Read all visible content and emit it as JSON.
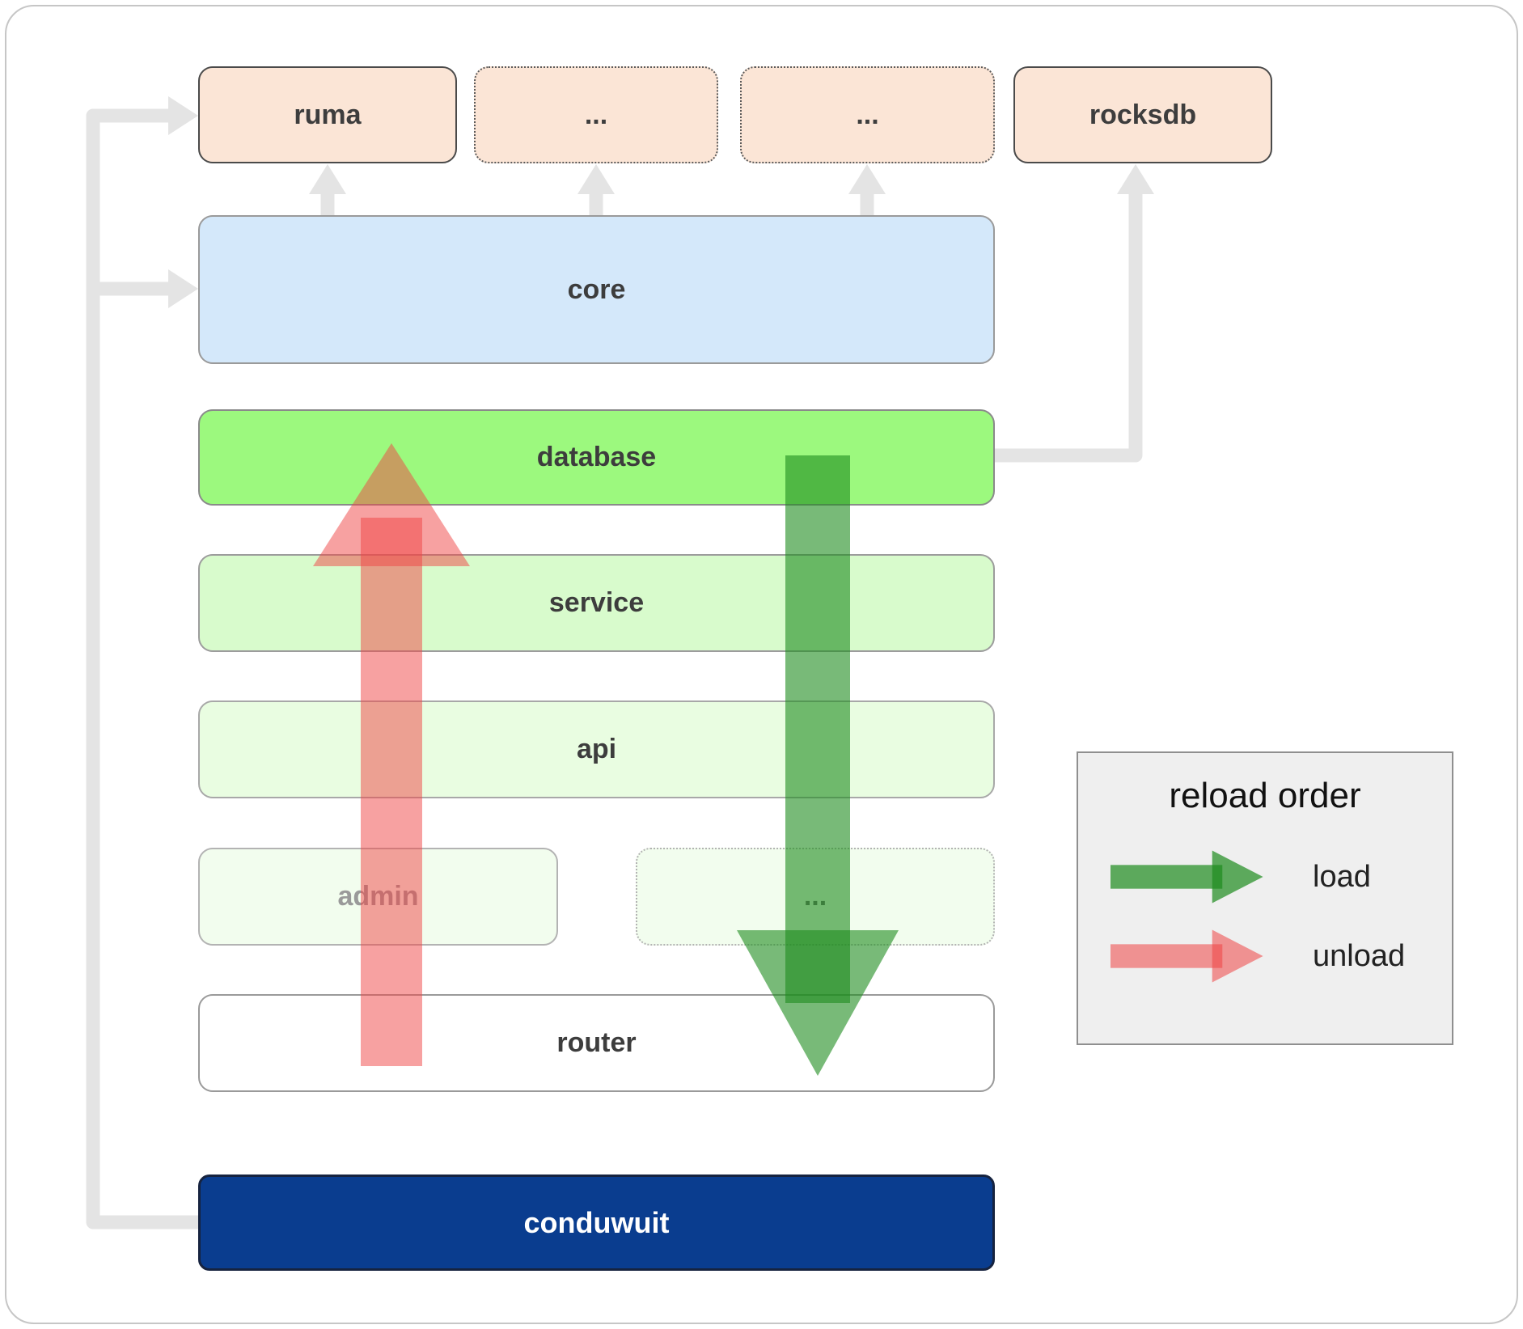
{
  "boxes": {
    "ruma": "ruma",
    "dots1": "...",
    "dots2": "...",
    "rocksdb": "rocksdb",
    "core": "core",
    "database": "database",
    "service": "service",
    "api": "api",
    "admin": "admin",
    "dots3": "...",
    "router": "router",
    "conduwuit": "conduwuit"
  },
  "legend": {
    "title": "reload order",
    "items": [
      {
        "label": "load",
        "color_key": "load"
      },
      {
        "label": "unload",
        "color_key": "unload"
      }
    ]
  },
  "colors": {
    "peach": "#fbe5d6",
    "blue": "#d4e8fa",
    "green_db": "#9cf97e",
    "green_service": "#d8fbcc",
    "green_api": "#e9fde1",
    "green_faint": "#f2fdee",
    "navy": "#0a3d8f",
    "load": "#1e8c1e",
    "unload": "#ef4444",
    "connector": "#e4e4e4",
    "legend_bg": "#efefef"
  }
}
